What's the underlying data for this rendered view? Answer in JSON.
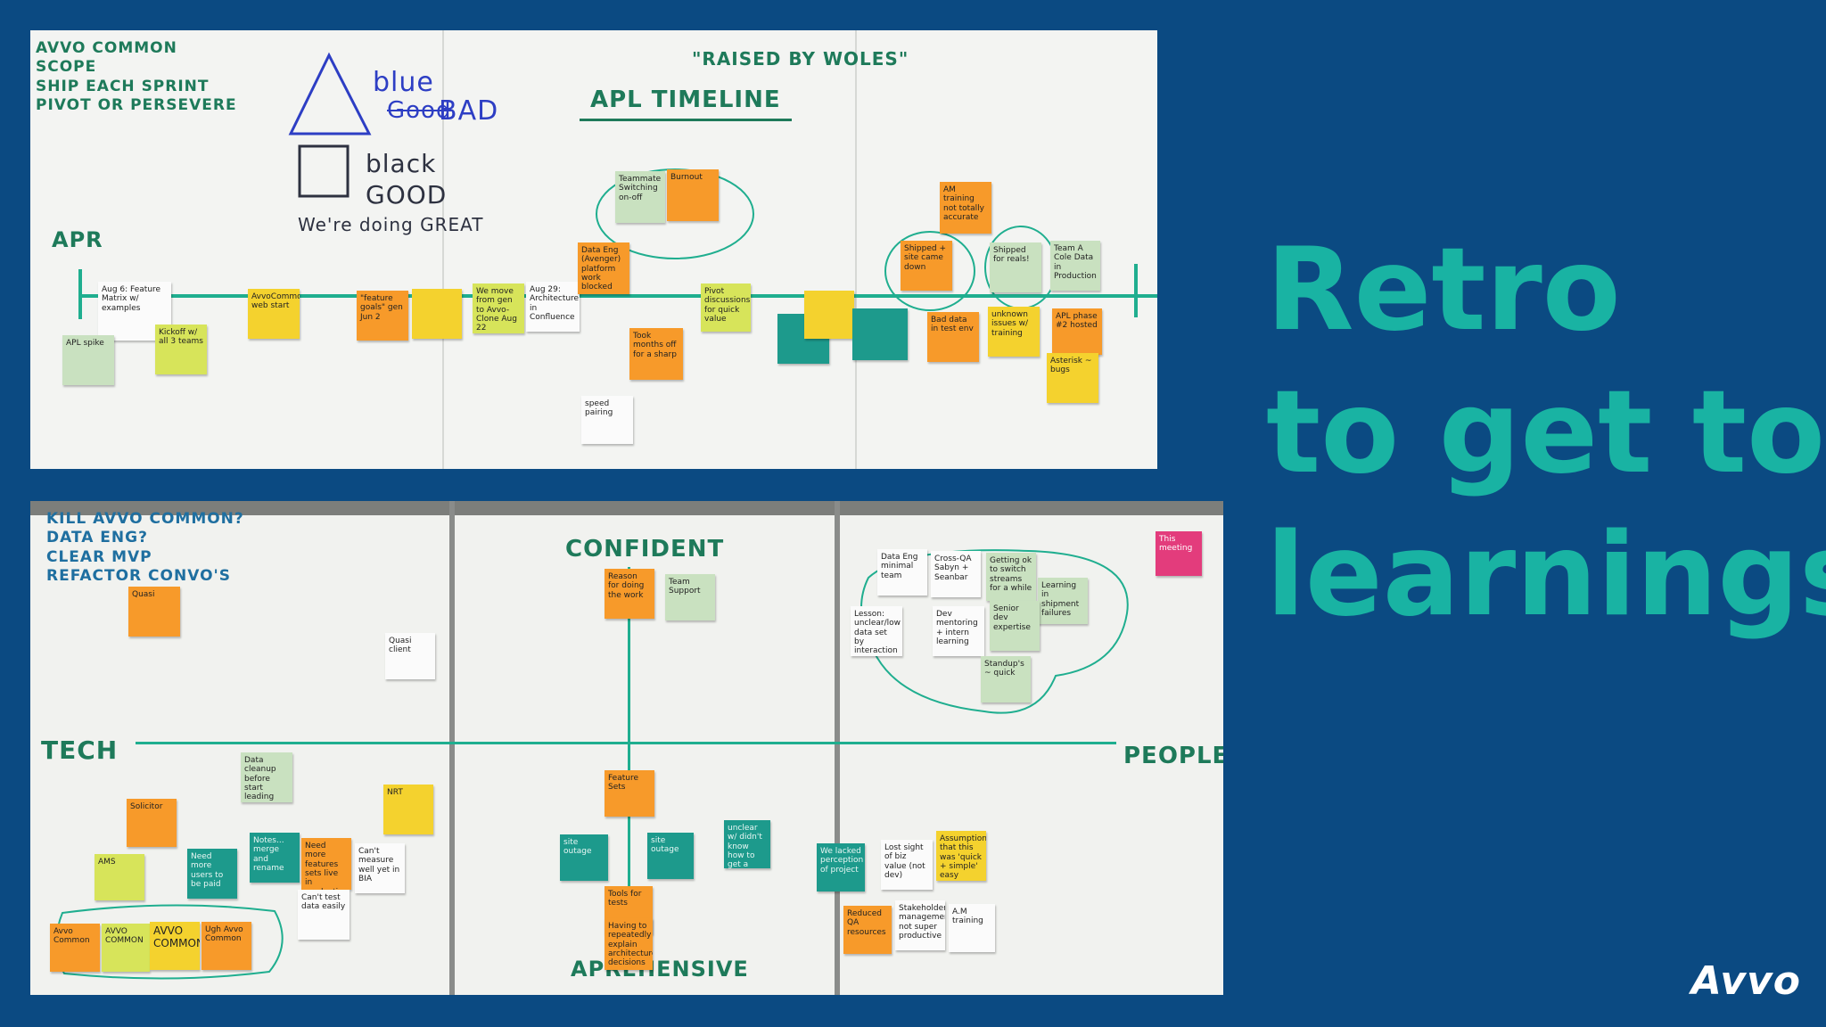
{
  "slide": {
    "title_lines": [
      "Retro",
      "to get to",
      "learnings"
    ],
    "logo": "Avvo",
    "accent_color": "#19b3a3",
    "background_color": "#0b4a82"
  },
  "top_photo": {
    "corner_notes": "AVVO COMMON\nSCOPE\nSHIP EACH SPRINT\nPIVOT OR PERSEVERE",
    "legend_blue": "blue",
    "legend_blue_crossed": "Good",
    "legend_blue_bad": "BAD",
    "legend_black": "black\nGOOD",
    "doing_great": "We're doing GREAT",
    "raised_by_wolves": "\"RAISED BY WOLES\"",
    "timeline_title": "APL TIMELINE",
    "apr_label": "APR",
    "notes": {
      "aug6": "Aug 6: Feature Matrix w/ examples",
      "apl_spike": "APL spike",
      "kickoff": "Kickoff w/ all 3 teams",
      "avvo_common_web": "AvvoCommon web start",
      "feature_goals": "\"feature goals\" gen Jun 2",
      "move_from": "We move from gen to Avvo-Clone Aug 22",
      "aug29": "Aug 29: Architecture in Confluence",
      "teammate": "Teammate Switching on-off",
      "burnout": "Burnout",
      "data_eng": "Data Eng (Avenger) platform work blocked",
      "took_months": "Took months off for a sharp",
      "pivot": "Pivot discussions for quick value",
      "am_training": "AM training not totally accurate",
      "shipped_site": "Shipped + site came down",
      "shipped_for_reals": "Shipped for reals!",
      "team_a_cole": "Team A Cole Data in Production",
      "bad_data": "Bad data in test env",
      "unknown_issues": "unknown issues w/ training",
      "apl_phase2": "APL phase #2 hosted",
      "asterisk": "Asterisk ~ bugs",
      "speed_pairing": "speed pairing"
    }
  },
  "bottom_photo": {
    "corner_notes": "KILL AVVO COMMON?\nDATA ENG?\nCLEAR MVP\nREFACTOR CONVO'S",
    "confident": "CONFIDENT",
    "apprehensive": "APREHENSIVE",
    "tech": "TECH",
    "people": "PEOPLE",
    "notes": {
      "quasi": "Quasi",
      "quasi_client": "Quasi client",
      "reason_for_work": "Reason for doing the work",
      "team_support": "Team Support",
      "data_eng_minimal": "Data Eng minimal team",
      "cross_qa": "Cross-QA Sabyn + Seanbar",
      "getting_ok": "Getting ok to switch streams for a while",
      "learning_shipment": "Learning in shipment failures",
      "this_meeting": "This meeting",
      "lesson_unclear": "Lesson: unclear/low data set by interaction",
      "dev_mentoring": "Dev mentoring + intern learning",
      "senior_dev": "Senior dev expertise",
      "standups": "Standup's ~ quick",
      "data_cleanup": "Data cleanup before start leading to...",
      "solicitor": "Solicitor",
      "nrt": "NRT",
      "feature_sets": "Feature Sets",
      "ams": "AMS",
      "need_more_users": "Need more users to be paid",
      "notes_rename": "Notes... merge and rename",
      "need_more_features": "Need more features sets live in production",
      "cant_measure": "Can't measure well yet in BIA",
      "cant_test": "Can't test data easily",
      "site_outage_1": "site outage",
      "site_outage_2": "site outage",
      "unclear_tech": "unclear w/ didn't know how to get a good idea",
      "tools_for_tests": "Tools for tests",
      "having_to_explain": "Having to repeatedly explain architecture decisions",
      "wolves_prop": "We lacked perception of project",
      "lost_sight": "Lost sight of biz value (not dev)",
      "assumption": "Assumption that this was 'quick + simple' easy",
      "reduced_qa": "Reduced QA resources",
      "stakeholder": "Stakeholder management, not super productive",
      "am_training": "A.M training",
      "avvo_common_1": "Avvo Common",
      "avvo_common_2": "AVVO COMMON",
      "avvo_common_3": "AVVO COMMON",
      "ugh_avvo": "Ugh Avvo Common"
    }
  }
}
